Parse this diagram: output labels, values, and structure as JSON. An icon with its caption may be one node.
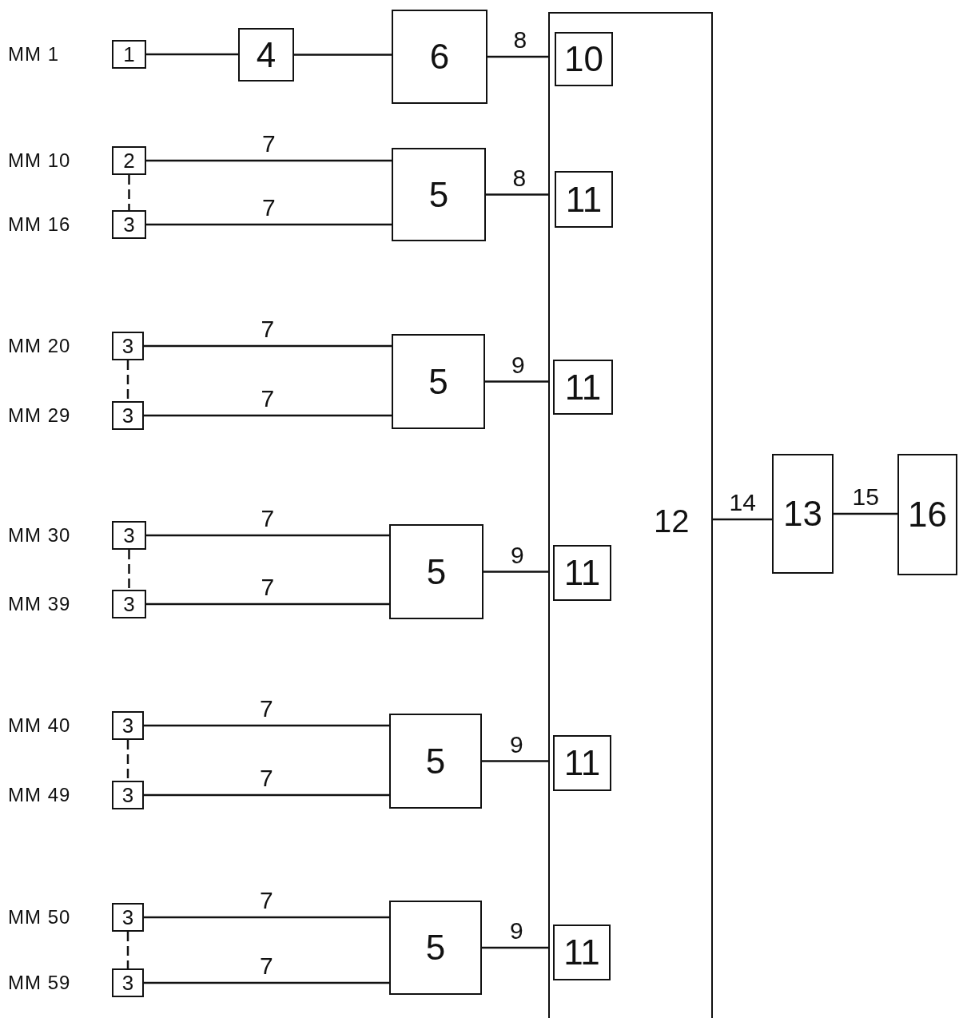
{
  "diagram": {
    "nodes": [
      {
        "text": [
          "12"
        ]
      },
      {
        "text": [
          "1"
        ],
        "beside": [
          "MM 1"
        ]
      },
      {
        "text": [
          "4"
        ]
      },
      {
        "text": [
          "6"
        ]
      },
      {
        "text": [
          "10"
        ],
        "in": 0
      },
      {
        "text": [
          "2"
        ],
        "beside": [
          "MM 10"
        ]
      },
      {
        "text": [
          "3"
        ],
        "beside": [
          "MM 16"
        ]
      },
      {
        "text": [
          "5"
        ]
      },
      {
        "text": [
          "11"
        ],
        "in": 0
      },
      {
        "text": [
          "3"
        ],
        "beside": [
          "MM 20"
        ]
      },
      {
        "text": [
          "3"
        ],
        "beside": [
          "MM 29"
        ]
      },
      {
        "text": [
          "5"
        ]
      },
      {
        "text": [
          "11"
        ],
        "in": 0
      },
      {
        "text": [
          "3"
        ],
        "beside": [
          "MM 30"
        ]
      },
      {
        "text": [
          "3"
        ],
        "beside": [
          "MM 39"
        ]
      },
      {
        "text": [
          "5"
        ]
      },
      {
        "text": [
          "11"
        ],
        "in": 0
      },
      {
        "text": [
          "3"
        ],
        "beside": [
          "MM 40"
        ]
      },
      {
        "text": [
          "3"
        ],
        "beside": [
          "MM 49"
        ]
      },
      {
        "text": [
          "5"
        ]
      },
      {
        "text": [
          "11"
        ],
        "in": 0
      },
      {
        "text": [
          "3"
        ],
        "beside": [
          "MM 50"
        ]
      },
      {
        "text": [
          "3"
        ],
        "beside": [
          "MM 59"
        ]
      },
      {
        "text": [
          "5"
        ]
      },
      {
        "text": [
          "11"
        ],
        "in": 0
      },
      {
        "text": [
          "13"
        ]
      },
      {
        "text": [
          "16"
        ]
      }
    ],
    "edges": [
      {
        "from": 1,
        "to": 2,
        "arrow": "none"
      },
      {
        "from": 2,
        "to": 3,
        "arrow": "none"
      },
      {
        "from": 3,
        "to": 4,
        "arrow": "none",
        "label": "8"
      },
      {
        "from": 5,
        "to": 7,
        "arrow": "none",
        "label": "7"
      },
      {
        "from": 6,
        "to": 7,
        "arrow": "none",
        "label": "7"
      },
      {
        "from": 5,
        "to": 6,
        "arrow": "none",
        "style": "dashed"
      },
      {
        "from": 7,
        "to": 8,
        "arrow": "none",
        "label": "8"
      },
      {
        "from": 9,
        "to": 11,
        "arrow": "none",
        "label": "7"
      },
      {
        "from": 10,
        "to": 11,
        "arrow": "none",
        "label": "7"
      },
      {
        "from": 9,
        "to": 10,
        "arrow": "none",
        "style": "dashed"
      },
      {
        "from": 11,
        "to": 12,
        "arrow": "none",
        "label": "9"
      },
      {
        "from": 13,
        "to": 15,
        "arrow": "none",
        "label": "7"
      },
      {
        "from": 14,
        "to": 15,
        "arrow": "none",
        "label": "7"
      },
      {
        "from": 13,
        "to": 14,
        "arrow": "none",
        "style": "dashed"
      },
      {
        "from": 15,
        "to": 16,
        "arrow": "none",
        "label": "9"
      },
      {
        "from": 17,
        "to": 19,
        "arrow": "none",
        "label": "7"
      },
      {
        "from": 18,
        "to": 19,
        "arrow": "none",
        "label": "7"
      },
      {
        "from": 17,
        "to": 18,
        "arrow": "none",
        "style": "dashed"
      },
      {
        "from": 19,
        "to": 20,
        "arrow": "none",
        "label": "9"
      },
      {
        "from": 21,
        "to": 23,
        "arrow": "none",
        "label": "7"
      },
      {
        "from": 22,
        "to": 23,
        "arrow": "none",
        "label": "7"
      },
      {
        "from": 21,
        "to": 22,
        "arrow": "none",
        "style": "dashed"
      },
      {
        "from": 23,
        "to": 24,
        "arrow": "none",
        "label": "9"
      },
      {
        "from": 0,
        "to": 25,
        "arrow": "none",
        "label": "14"
      },
      {
        "from": 25,
        "to": 26,
        "arrow": "none",
        "label": "15"
      }
    ]
  }
}
